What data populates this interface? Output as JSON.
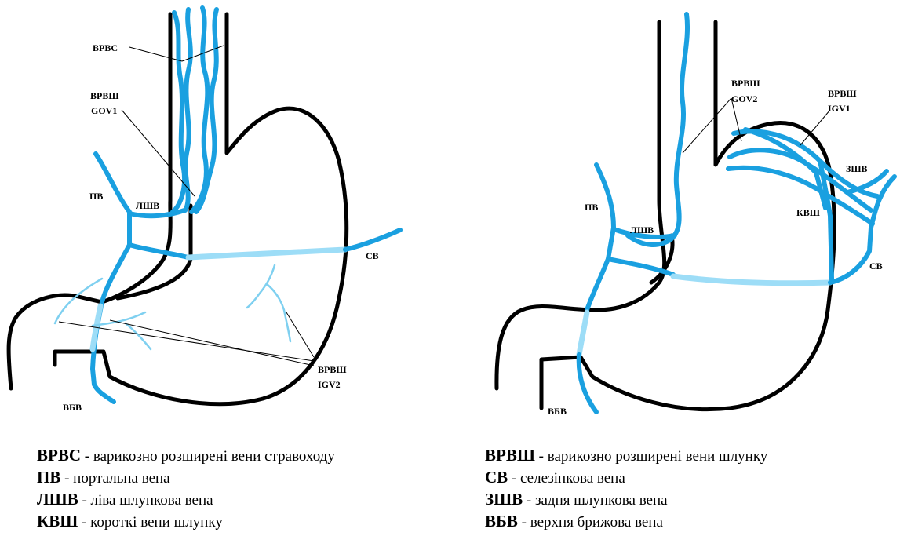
{
  "left_panel": {
    "labels": {
      "vrvs": "ВРВС",
      "vrvsh": "ВРВШ",
      "gov1": "GOV1",
      "pv": "ПВ",
      "lshv": "ЛШВ",
      "sv": "СВ",
      "vrvsh_igv2": "ВРВШ",
      "igv2": "IGV2",
      "vbv": "ВБВ"
    }
  },
  "right_panel": {
    "labels": {
      "vrvsh_gov2": "ВРВШ",
      "gov2": "GOV2",
      "vrvsh_igv1": "ВРВШ",
      "igv1": "IGV1",
      "zshv": "ЗШВ",
      "kvsh": "КВШ",
      "pv": "ПВ",
      "lshv": "ЛШВ",
      "sv": "СВ",
      "vbv": "ВБВ"
    }
  },
  "legend_left": [
    {
      "abbr": "ВРВС",
      "text": " - варикозно розширені вени стравоходу"
    },
    {
      "abbr": "ПВ",
      "text": " - портальна вена"
    },
    {
      "abbr": "ЛШВ",
      "text": " - ліва шлункова вена"
    },
    {
      "abbr": "КВШ",
      "text": " - короткі вени шлунку"
    }
  ],
  "legend_right": [
    {
      "abbr": "ВРВШ",
      "text": " - варикозно розширені вени шлунку"
    },
    {
      "abbr": "СВ",
      "text": " - селезінкова вена"
    },
    {
      "abbr": "ЗШВ",
      "text": " - задня шлункова вена"
    },
    {
      "abbr": "ВБВ",
      "text": " - верхня брижова вена"
    }
  ],
  "colors": {
    "vein": "#1aa0e0",
    "vein_light": "#9dddf7",
    "outline": "#000000"
  }
}
